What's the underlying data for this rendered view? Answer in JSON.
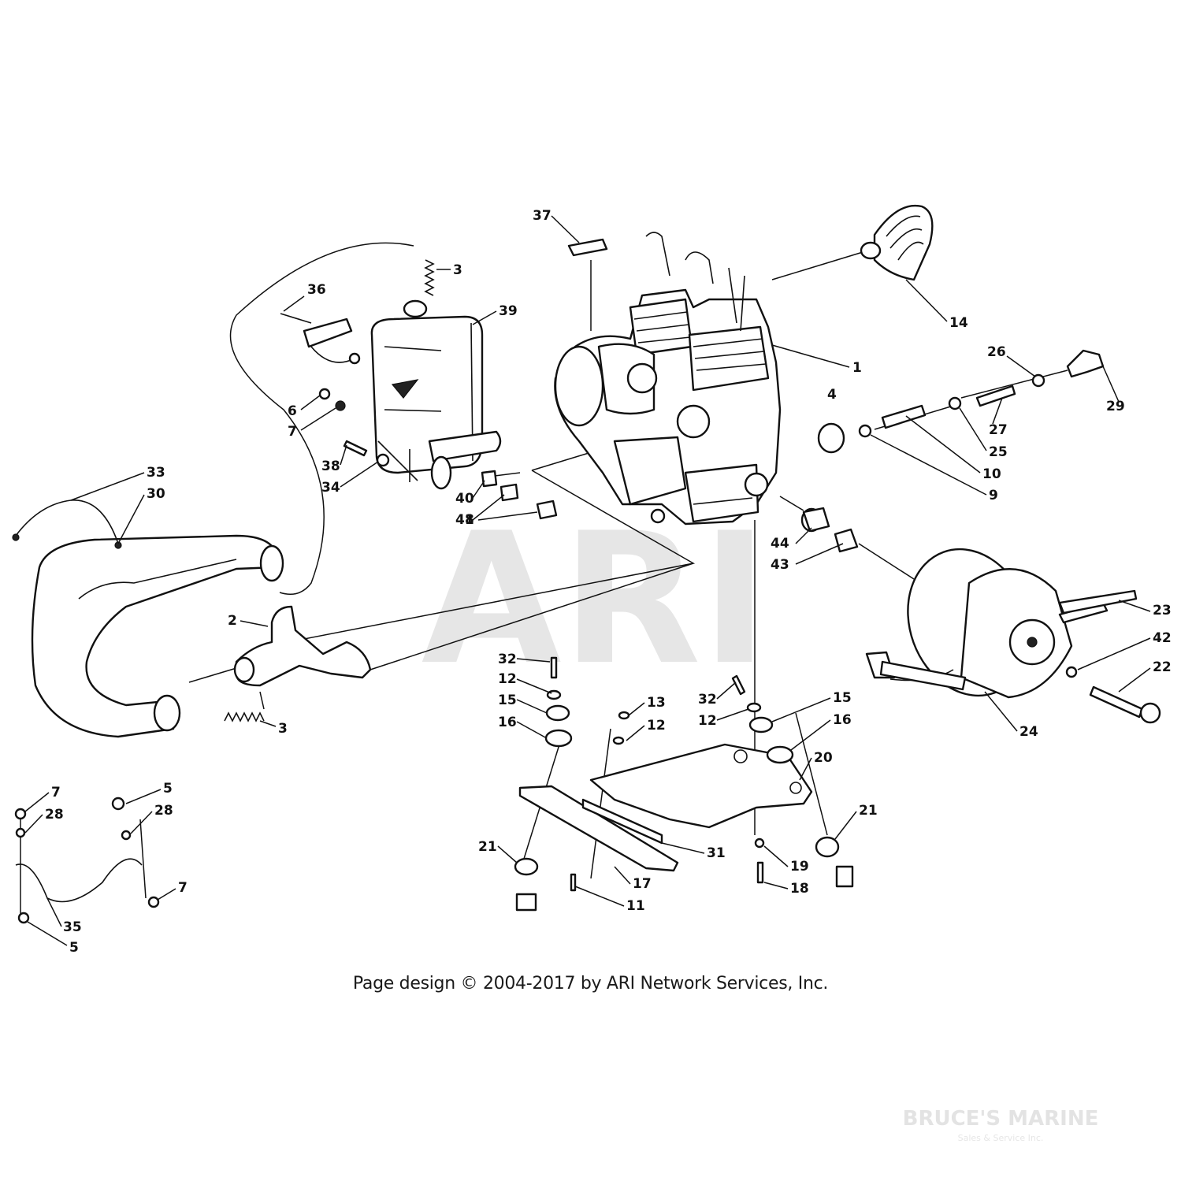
{
  "watermark": "ARI",
  "copyright": "Page design © 2004-2017 by ARI Network Services, Inc.",
  "brand": {
    "name": "BRUCE'S MARINE",
    "tagline": "Sales & Service Inc."
  },
  "callouts": [
    "1",
    "2",
    "3",
    "3",
    "4",
    "5",
    "5",
    "6",
    "7",
    "7",
    "7",
    "8",
    "9",
    "10",
    "11",
    "12",
    "12",
    "12",
    "13",
    "14",
    "15",
    "15",
    "16",
    "16",
    "17",
    "18",
    "19",
    "20",
    "21",
    "21",
    "22",
    "23",
    "24",
    "25",
    "26",
    "27",
    "28",
    "28",
    "29",
    "30",
    "31",
    "32",
    "32",
    "33",
    "34",
    "35",
    "36",
    "37",
    "38",
    "39",
    "40",
    "41",
    "42",
    "43",
    "44"
  ]
}
